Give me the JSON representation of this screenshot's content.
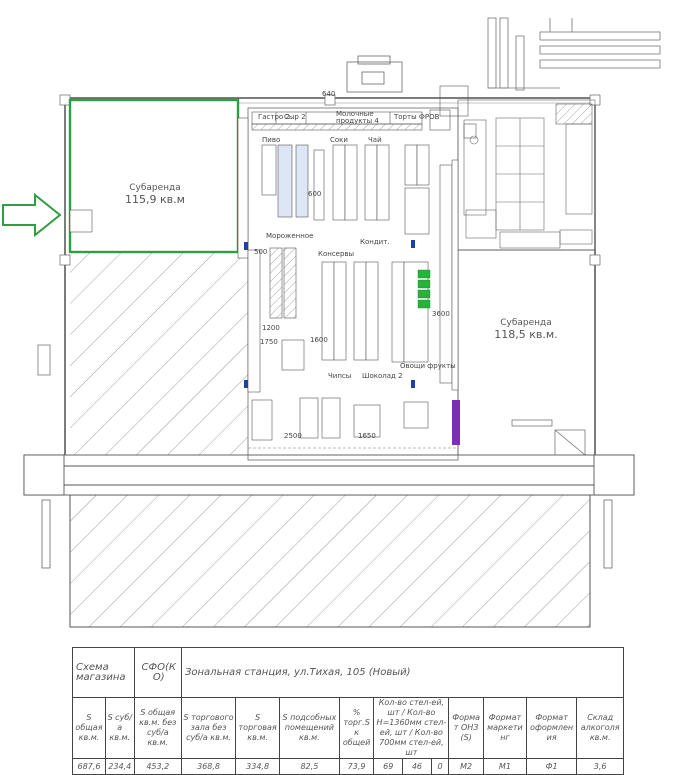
{
  "floorplan": {
    "sublease_left": {
      "title": "Субаренда",
      "area": "115,9 кв.м"
    },
    "sublease_right": {
      "title": "Субаренда",
      "area": "118,5 кв.м."
    },
    "labels": {
      "gastro": "Гастро 2",
      "syr": "Сыр 2",
      "molochnye": "Молочные",
      "produkty": "продукты 4",
      "torty": "Торты ФРОВ",
      "morozhenoe": "Мороженное",
      "sokhi": "Соки",
      "chai": "Чай",
      "konditer": "Кондит.",
      "konservy": "Консервы",
      "chips": "Чипсы",
      "shokolad": "Шоколад 2",
      "ovoshi": "Овощи фрукты",
      "pivo": "Пиво",
      "dim_600": "600",
      "dim_1600": "1600",
      "dim_1200": "1200",
      "dim_1750": "1750",
      "dim_2500": "2500",
      "dim_1650": "1650",
      "dim_3600": "3600",
      "dim_640": "640",
      "dim_500": "500"
    }
  },
  "table": {
    "row1": {
      "scheme": "Схема магазина",
      "sfo": "СФО(К О)",
      "address": "Зональная станция, ул.Тихая, 105 (Новый)"
    },
    "headers": [
      "S общая кв.м.",
      "S суб/а кв.м.",
      "S общая кв.м. без суб/а кв.м.",
      "S торгового зала без суб/а кв.м.",
      "S торговая кв.м.",
      "S подсобных помещений кв.м.",
      "% торг.S к общей",
      "Кол-во стел-ей, шт / Кол-во Н=1360мм стел-ей, шт / Кол-во 700мм стел-ей, шт",
      "Форма т ОНЗ (S)",
      "Формат маркети нг",
      "Формат оформлен ия",
      "Склад алкоголя кв.м."
    ],
    "values": [
      "687,6",
      "234,4",
      "453,2",
      "368,8",
      "334,8",
      "82,5",
      "73,9",
      "69",
      "46",
      "0",
      "М2",
      "М1",
      "Ф1",
      "3,6"
    ]
  }
}
